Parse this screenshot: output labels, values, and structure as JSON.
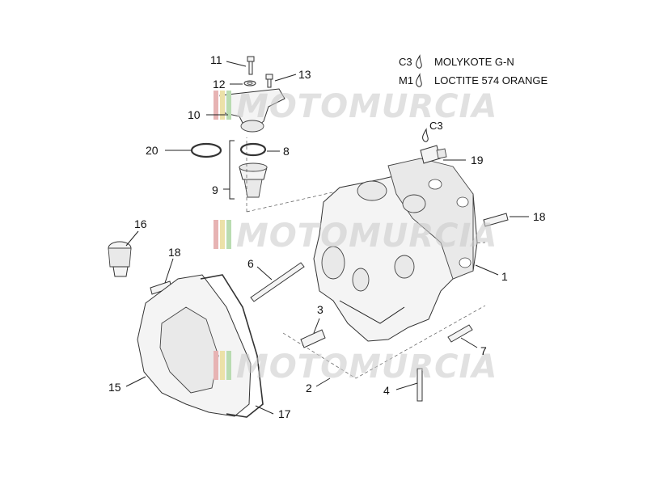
{
  "legend": {
    "c3_code": "C3",
    "c3_text": "MOLYKOTE G-N",
    "m1_code": "M1",
    "m1_text": "LOCTITE 574 ORANGE"
  },
  "callouts": {
    "p1": "1",
    "p2": "2",
    "p3": "3",
    "p4": "4",
    "p6": "6",
    "p7": "7",
    "p8": "8",
    "p9": "9",
    "p10": "10",
    "p11": "11",
    "p12": "12",
    "p13": "13",
    "p15": "15",
    "p16": "16",
    "p17": "17",
    "p18a": "18",
    "p18b": "18",
    "p19": "19",
    "p20": "20",
    "c3_mark": "C3"
  },
  "watermark": {
    "text": "MOTOMURCIA",
    "stripe_colors": [
      "#e7b3b3",
      "#ece1a8",
      "#b9dcb1"
    ]
  }
}
